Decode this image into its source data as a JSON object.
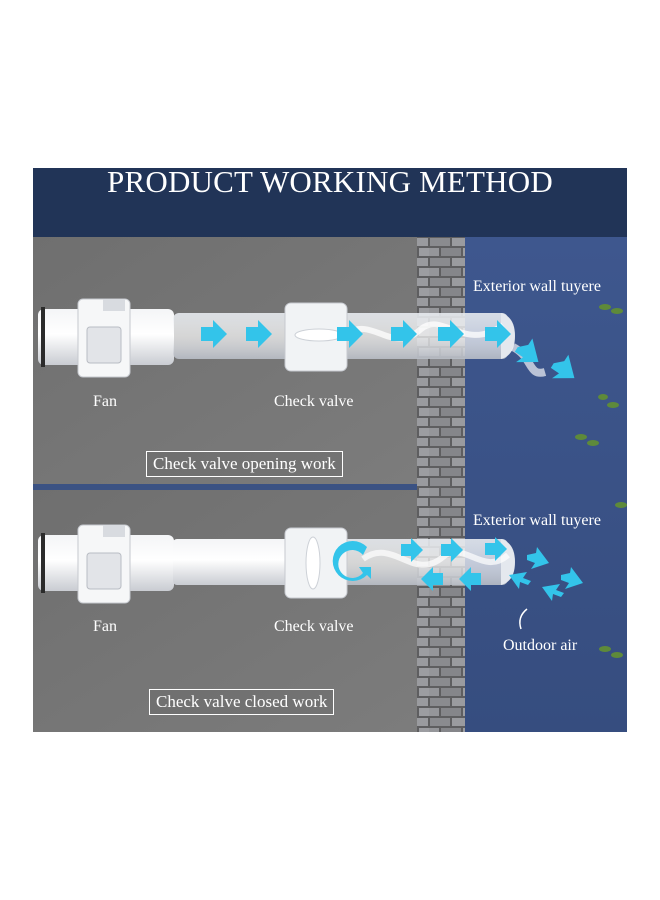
{
  "title": "PRODUCT WORKING METHOD",
  "panels": {
    "top": {
      "fan_label": "Fan",
      "valve_label": "Check valve",
      "tuyere_label": "Exterior wall tuyere",
      "caption": "Check valve opening work"
    },
    "bottom": {
      "fan_label": "Fan",
      "valve_label": "Check valve",
      "tuyere_label": "Exterior wall tuyere",
      "outdoor_label": "Outdoor air",
      "caption": "Check valve closed work"
    }
  },
  "colors": {
    "title_bg": "#213457",
    "wall_gray": "#707070",
    "outside_blue": "#3c5489",
    "arrow": "#33c4ea"
  }
}
